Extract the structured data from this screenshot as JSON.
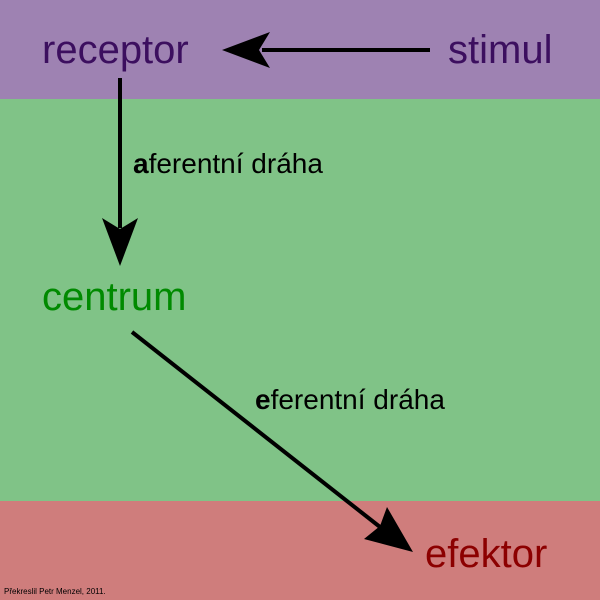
{
  "colors": {
    "band_top": "#9e82b2",
    "band_middle": "#80c387",
    "band_bottom": "#cf7d7c",
    "receptor": "#3c0f5f",
    "stimul": "#3c0f5f",
    "centrum": "#008a00",
    "efektor": "#8c0000",
    "arrow": "#000000"
  },
  "nodes": {
    "receptor": "receptor",
    "stimul": "stimul",
    "centrum": "centrum",
    "efektor": "efektor"
  },
  "paths": {
    "afferent": {
      "lead": "a",
      "rest": "ferentní dráha"
    },
    "efferent": {
      "lead": "e",
      "rest": "ferentní dráha"
    }
  },
  "credit": "Překreslil Petr Menzel, 2011."
}
